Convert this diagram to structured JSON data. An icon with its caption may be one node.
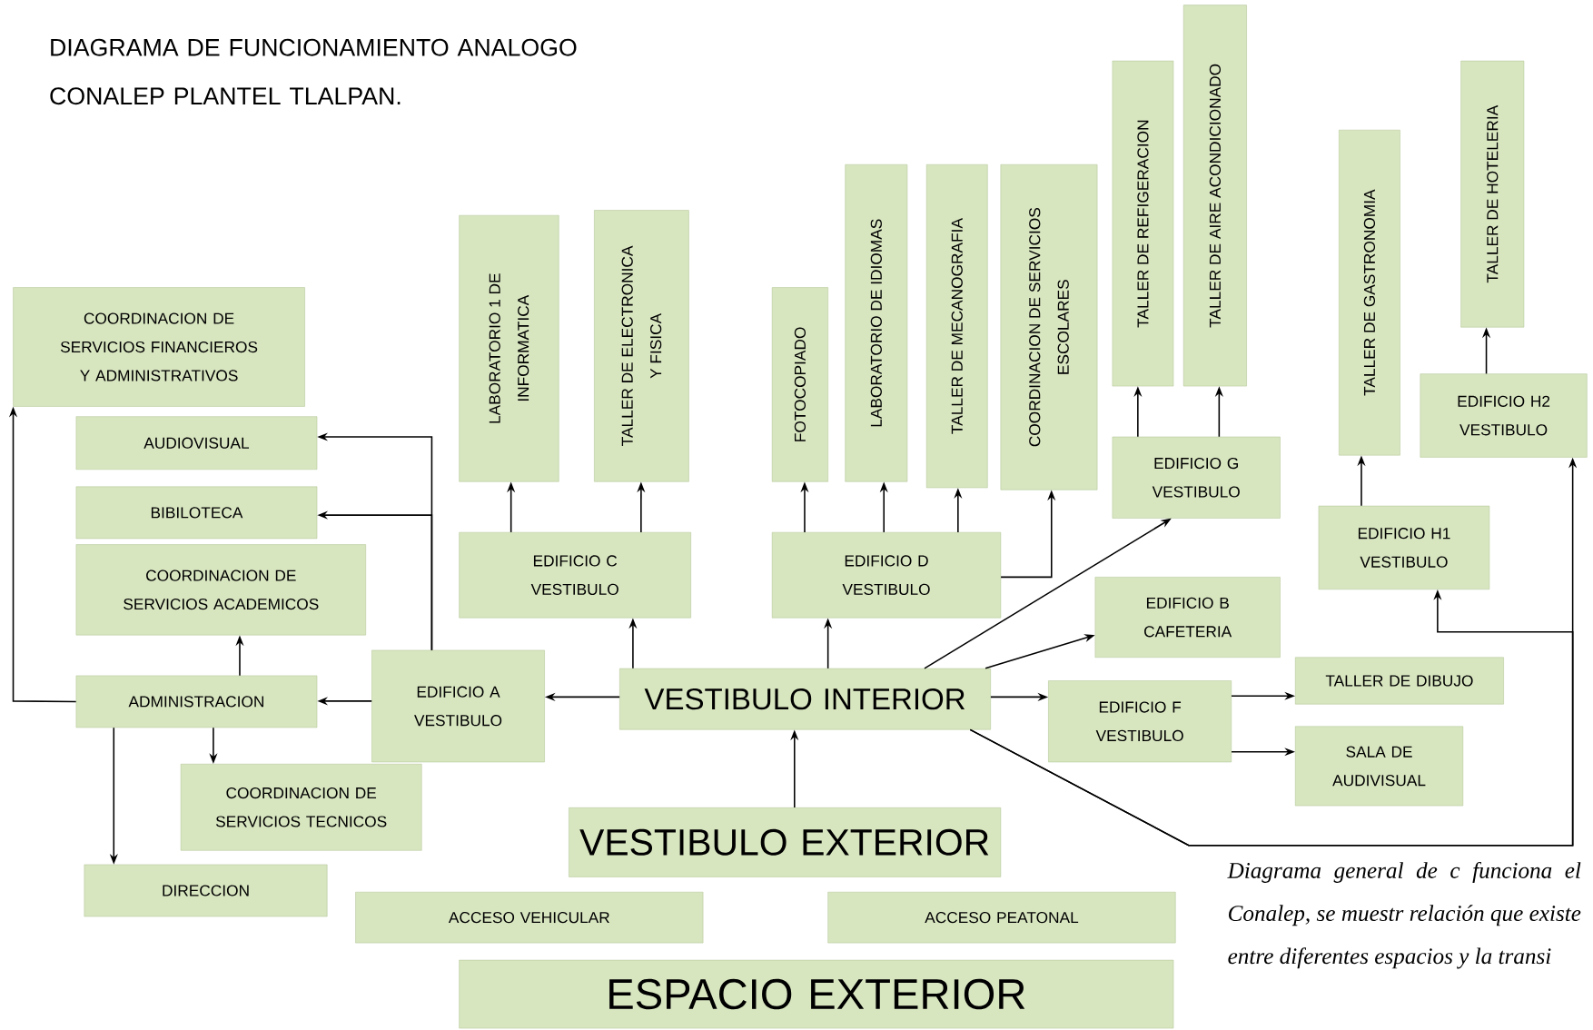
{
  "diagram": {
    "title": "DIAGRAMA DE FUNCIONAMIENTO ANALOGO CONALEP PLANTEL TLALPAN.",
    "caption": "Diagrama general de c funciona el Conalep, se muestr relación que existe entre diferentes espacios y la transi",
    "nodes": [
      {
        "text": [
          "COORDINACION DE SERVICIOS FINANCIEROS Y ADMINISTRATIVOS"
        ]
      },
      {
        "text": [
          "AUDIOVISUAL"
        ]
      },
      {
        "text": [
          "BIBILOTECA"
        ]
      },
      {
        "text": [
          "COORDINACION DE SERVICIOS ACADEMICOS"
        ]
      },
      {
        "text": [
          "ADMINISTRACION"
        ]
      },
      {
        "text": [
          "COORDINACION DE SERVICIOS TECNICOS"
        ]
      },
      {
        "text": [
          "DIRECCION"
        ]
      },
      {
        "text": [
          "EDIFICIO A VESTIBULO"
        ]
      },
      {
        "text": [
          "VESTIBULO INTERIOR"
        ]
      },
      {
        "text": [
          "VESTIBULO EXTERIOR"
        ]
      },
      {
        "text": [
          "ACCESO VEHICULAR"
        ]
      },
      {
        "text": [
          "ACCESO PEATONAL"
        ]
      },
      {
        "text": [
          "ESPACIO EXTERIOR"
        ]
      },
      {
        "text": [
          "EDIFICIO C VESTIBULO"
        ]
      },
      {
        "text": [
          "LABORATORIO 1 DE INFORMATICA"
        ]
      },
      {
        "text": [
          "TALLER DE ELECTRONICA Y FISICA"
        ]
      },
      {
        "text": [
          "EDIFICIO D VESTIBULO"
        ]
      },
      {
        "text": [
          "FOTOCOPIADO"
        ]
      },
      {
        "text": [
          "LABORATORIO DE IDIOMAS"
        ]
      },
      {
        "text": [
          "TALLER DE MECANOGRAFIA"
        ]
      },
      {
        "text": [
          "COORDINACION DE SERVICIOS ESCOLARES"
        ]
      },
      {
        "text": [
          "EDIFICIO G VESTIBULO"
        ]
      },
      {
        "text": [
          "TALLER DE REFIGERACION"
        ]
      },
      {
        "text": [
          "TALLER DE AIRE ACONDICIONADO"
        ]
      },
      {
        "text": [
          "EDIFICIO B CAFETERIA"
        ]
      },
      {
        "text": [
          "EDIFICIO F VESTIBULO"
        ]
      },
      {
        "text": [
          "TALLER DE DIBUJO"
        ]
      },
      {
        "text": [
          "SALA DE AUDIVISUAL"
        ]
      },
      {
        "text": [
          "EDIFICIO H1 VESTIBULO"
        ]
      },
      {
        "text": [
          "TALLER DE GASTRONOMIA"
        ]
      },
      {
        "text": [
          "EDIFICIO H2 VESTIBULO"
        ]
      },
      {
        "text": [
          "TALLER DE HOTELERIA"
        ]
      }
    ],
    "edges": [
      {
        "from": 4,
        "to": 0,
        "arrow": "to"
      },
      {
        "from": 7,
        "to": 1,
        "arrow": "to"
      },
      {
        "from": 7,
        "to": 2,
        "arrow": "to"
      },
      {
        "from": 7,
        "to": 4,
        "arrow": "to"
      },
      {
        "from": 4,
        "to": 3,
        "arrow": "to"
      },
      {
        "from": 4,
        "to": 5,
        "arrow": "to"
      },
      {
        "from": 4,
        "to": 6,
        "arrow": "to"
      },
      {
        "from": 8,
        "to": 7,
        "arrow": "to"
      },
      {
        "from": 9,
        "to": 8,
        "arrow": "to"
      },
      {
        "from": 8,
        "to": 13,
        "arrow": "to"
      },
      {
        "from": 13,
        "to": 14,
        "arrow": "to"
      },
      {
        "from": 13,
        "to": 15,
        "arrow": "to"
      },
      {
        "from": 8,
        "to": 16,
        "arrow": "to"
      },
      {
        "from": 16,
        "to": 17,
        "arrow": "to"
      },
      {
        "from": 16,
        "to": 18,
        "arrow": "to"
      },
      {
        "from": 16,
        "to": 19,
        "arrow": "to"
      },
      {
        "from": 16,
        "to": 20,
        "arrow": "to"
      },
      {
        "from": 8,
        "to": 21,
        "arrow": "to"
      },
      {
        "from": 21,
        "to": 22,
        "arrow": "to"
      },
      {
        "from": 21,
        "to": 23,
        "arrow": "to"
      },
      {
        "from": 8,
        "to": 24,
        "arrow": "to"
      },
      {
        "from": 8,
        "to": 25,
        "arrow": "to"
      },
      {
        "from": 25,
        "to": 26,
        "arrow": "to"
      },
      {
        "from": 25,
        "to": 27,
        "arrow": "to"
      },
      {
        "from": 8,
        "to": 28,
        "arrow": "to"
      },
      {
        "from": 8,
        "to": 30,
        "arrow": "to"
      },
      {
        "from": 28,
        "to": 29,
        "arrow": "to"
      },
      {
        "from": 30,
        "to": 31,
        "arrow": "to"
      }
    ]
  }
}
